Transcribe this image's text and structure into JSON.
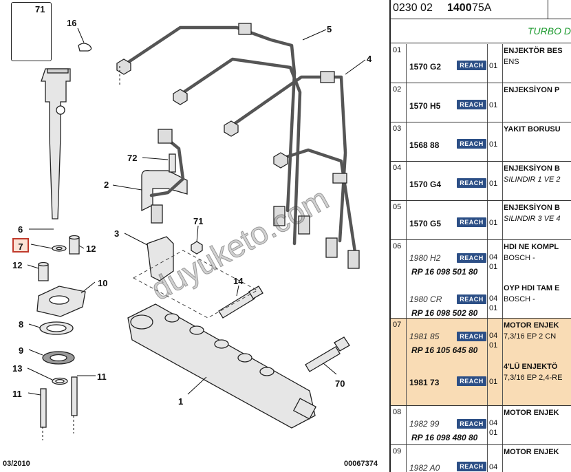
{
  "diagram": {
    "ref_box_number": "71",
    "callouts": [
      "16",
      "5",
      "4",
      "72",
      "2",
      "71",
      "6",
      "7",
      "12",
      "12",
      "10",
      "3",
      "14",
      "8",
      "9",
      "13",
      "11",
      "11",
      "70",
      "1"
    ],
    "selected_callout": "7",
    "footer_date": "03/2010",
    "footer_number": "00067374",
    "watermark": "duyuketo.com"
  },
  "panel": {
    "reference": {
      "part1": "0230 02 ",
      "part2": "1400",
      "part3": " 75A"
    },
    "group_title": "TURBO D",
    "badge_label": "REACH",
    "rows": [
      {
        "idx": "01",
        "entries": [
          {
            "code": "1570 G2",
            "italic": false,
            "ref": "",
            "qty": "01"
          }
        ],
        "desc1": "ENJEKTÖR BES",
        "sub1": "ENS",
        "sub1_italic": false,
        "desc2": "",
        "sub2": ""
      },
      {
        "idx": "02",
        "entries": [
          {
            "code": "1570 H5",
            "italic": false,
            "ref": "",
            "qty": "01"
          }
        ],
        "desc1": "ENJEKSİYON P",
        "sub1": "",
        "sub1_italic": false,
        "desc2": "",
        "sub2": ""
      },
      {
        "idx": "03",
        "entries": [
          {
            "code": "1568 88",
            "italic": false,
            "ref": "",
            "qty": "01"
          }
        ],
        "desc1": "YAKIT BORUSU",
        "sub1": "",
        "sub1_italic": false,
        "desc2": "",
        "sub2": ""
      },
      {
        "idx": "04",
        "entries": [
          {
            "code": "1570 G4",
            "italic": false,
            "ref": "",
            "qty": "01"
          }
        ],
        "desc1": "ENJEKSİYON B",
        "sub1": "SILINDIR 1 VE 2",
        "sub1_italic": true,
        "desc2": "",
        "sub2": ""
      },
      {
        "idx": "05",
        "entries": [
          {
            "code": "1570 G5",
            "italic": false,
            "ref": "",
            "qty": "01"
          }
        ],
        "desc1": "ENJEKSİYON B",
        "sub1": "SILINDIR 3 VE 4",
        "sub1_italic": true,
        "desc2": "",
        "sub2": ""
      },
      {
        "idx": "06",
        "entries": [
          {
            "code": "1980 H2",
            "italic": true,
            "ref": "RP 16 098 501 80",
            "qty": "04",
            "qty2": "01"
          },
          {
            "code": "1980 CR",
            "italic": true,
            "ref": "RP 16 098 502 80",
            "qty": "04",
            "qty2": "01"
          }
        ],
        "desc1": "HDI NE KOMPL",
        "sub1": "BOSCH -",
        "sub1_italic": false,
        "desc2": "OYP HDI TAM E",
        "sub2": "BOSCH -"
      },
      {
        "idx": "07",
        "selected": true,
        "entries": [
          {
            "code": "1981 85",
            "italic": true,
            "ref": "RP 16 105 645 80",
            "qty": "04",
            "qty2": "01"
          },
          {
            "code": "1981 73",
            "italic": false,
            "ref": "",
            "qty": "01"
          }
        ],
        "desc1": "MOTOR ENJEK",
        "sub1": "7,3/16 EP 2 CN",
        "sub1_italic": false,
        "desc2": "4'LÜ ENJEKTÖ",
        "sub2": "7,3/16 EP 2,4-RE"
      },
      {
        "idx": "08",
        "entries": [
          {
            "code": "1982 99",
            "italic": true,
            "ref": "RP 16 098 480 80",
            "qty": "04",
            "qty2": "01"
          }
        ],
        "desc1": "MOTOR ENJEK",
        "sub1": "",
        "sub1_italic": false,
        "desc2": "",
        "sub2": ""
      },
      {
        "idx": "09",
        "entries": [
          {
            "code": "1982 A0",
            "italic": true,
            "ref": "",
            "qty": "04"
          }
        ],
        "desc1": "MOTOR ENJEK",
        "sub1": "",
        "sub1_italic": false,
        "desc2": "",
        "sub2": ""
      }
    ]
  }
}
